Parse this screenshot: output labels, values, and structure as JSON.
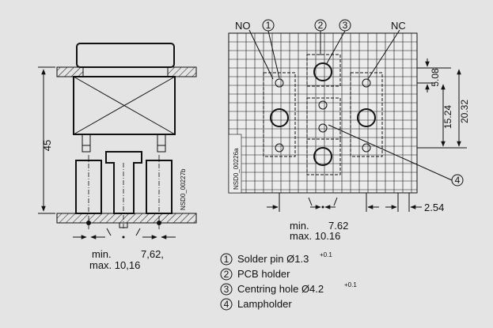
{
  "left_drawing": {
    "height_dimension": "45",
    "pitch_label_min": "min.",
    "pitch_label_values": "7,62,",
    "pitch_label_max": "max. 10,16",
    "drawing_id": "NSD0_00227b"
  },
  "right_drawing": {
    "label_no": "NO",
    "label_nc": "NC",
    "callout_1": "1",
    "callout_2": "2",
    "callout_3": "3",
    "callout_4": "4",
    "dim_508": "5.08",
    "dim_1524": "15.24",
    "dim_2032": "20.32",
    "dim_254": "2.54",
    "pitch_min": "min.",
    "pitch_min_value": "7.62",
    "pitch_max": "max. 10.16",
    "drawing_id": "NSD0_00226a"
  },
  "legend": [
    {
      "num": "1",
      "text": "Solder pin Ø1.3",
      "sup": "+0.1"
    },
    {
      "num": "2",
      "text": "PCB holder",
      "sup": ""
    },
    {
      "num": "3",
      "text": "Centring hole  Ø4.2",
      "sup": "+0.1"
    },
    {
      "num": "4",
      "text": "Lampholder",
      "sup": ""
    }
  ]
}
